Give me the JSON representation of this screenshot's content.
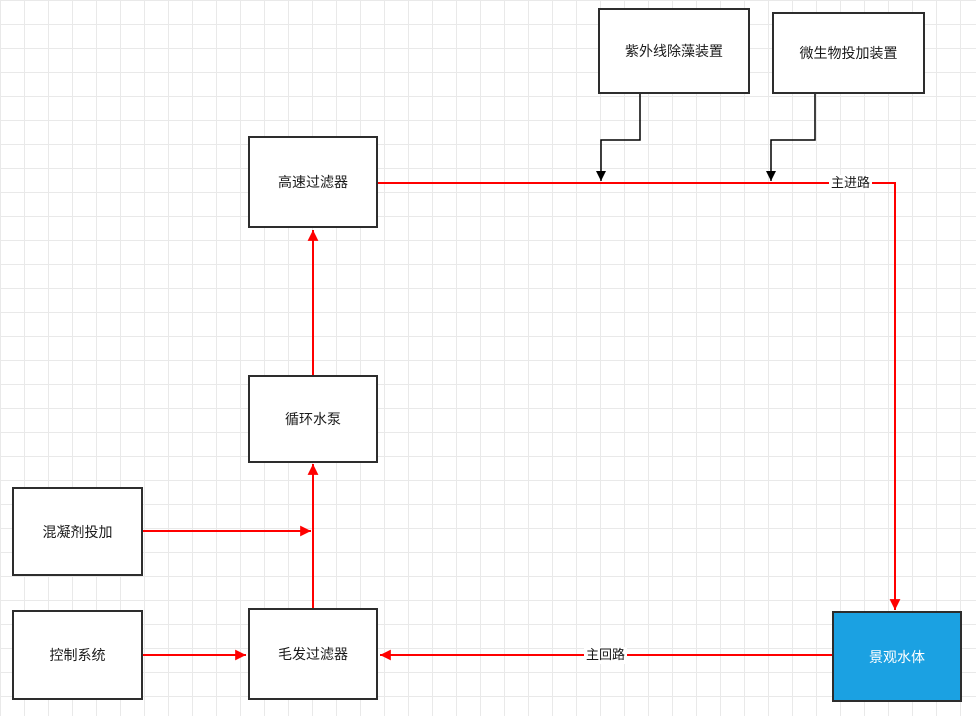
{
  "diagram": {
    "nodes": {
      "uv_algae": {
        "label": "紫外线除藻装置"
      },
      "microbial_dosing": {
        "label": "微生物投加装置"
      },
      "high_speed_filter": {
        "label": "高速过滤器"
      },
      "circulation_pump": {
        "label": "循环水泵"
      },
      "coagulant_dosing": {
        "label": "混凝剂投加"
      },
      "control_system": {
        "label": "控制系统"
      },
      "hair_filter": {
        "label": "毛发过滤器"
      },
      "landscape_water": {
        "label": "景观水体"
      }
    },
    "edge_labels": {
      "main_inlet": "主进路",
      "main_return": "主回路"
    },
    "colors": {
      "flow_line_red": "#ff0000",
      "device_line_black": "#000000",
      "node_border": "#2d2d2d",
      "node_fill": "#ffffff",
      "water_node_fill": "#1ba1e2",
      "water_node_text": "#ffffff",
      "grid_line": "#e9e9e9"
    }
  }
}
